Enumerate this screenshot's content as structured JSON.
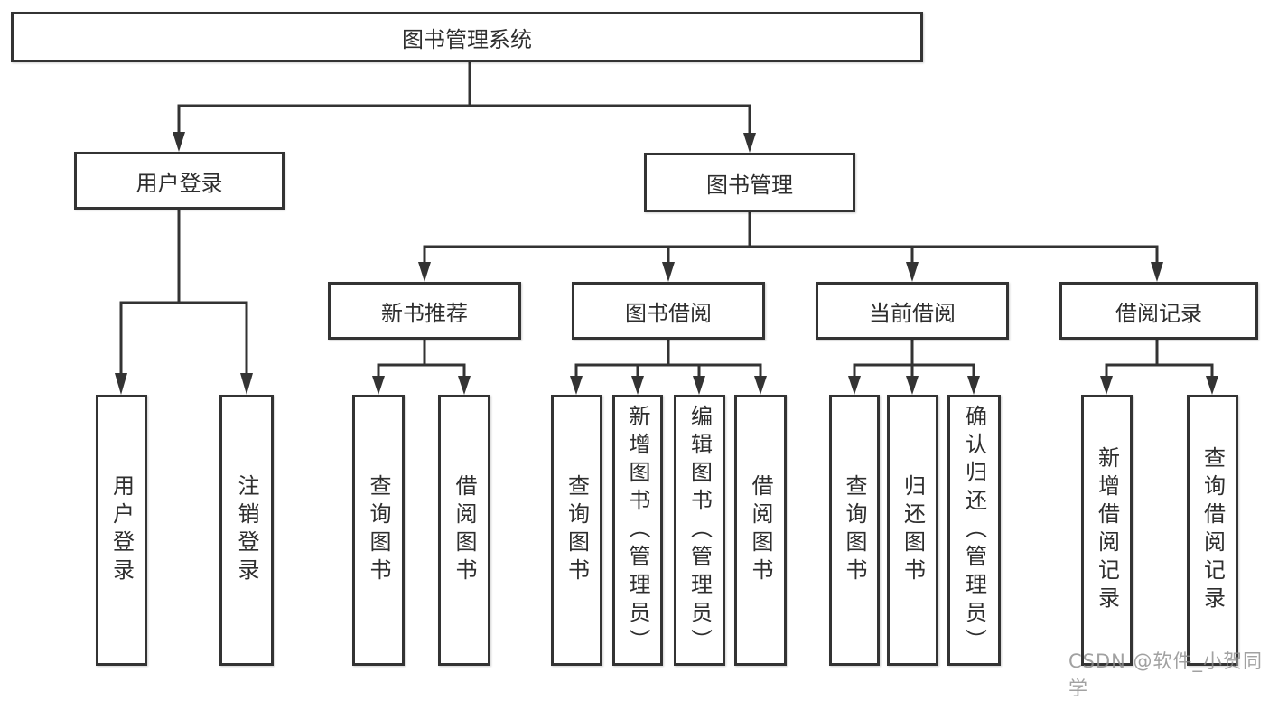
{
  "diagram": {
    "watermark": "CSDN @软件_小贺同学",
    "line_color": "#333333",
    "nodes": {
      "root": {
        "label": "图书管理系统"
      },
      "user_login": {
        "label": "用户登录",
        "children": {
          "login": {
            "label": "用户登录"
          },
          "logout": {
            "label": "注销登录"
          }
        }
      },
      "book_mgmt": {
        "label": "图书管理",
        "children": {
          "new_book_rec": {
            "label": "新书推荐",
            "children": {
              "query_book": {
                "label": "查询图书"
              },
              "borrow_book": {
                "label": "借阅图书"
              }
            }
          },
          "book_borrow": {
            "label": "图书借阅",
            "children": {
              "query_book": {
                "label": "查询图书"
              },
              "add_book": {
                "label": "新增图书（管理员）"
              },
              "edit_book": {
                "label": "编辑图书（管理员）"
              },
              "borrow_book": {
                "label": "借阅图书"
              }
            }
          },
          "current_borrow": {
            "label": "当前借阅",
            "children": {
              "query_book": {
                "label": "查询图书"
              },
              "return_book": {
                "label": "归还图书"
              },
              "confirm_return": {
                "label": "确认归还（管理员）"
              }
            }
          },
          "borrow_records": {
            "label": "借阅记录",
            "children": {
              "add_record": {
                "label": "新增借阅记录"
              },
              "query_record": {
                "label": "查询借阅记录"
              }
            }
          }
        }
      }
    }
  }
}
